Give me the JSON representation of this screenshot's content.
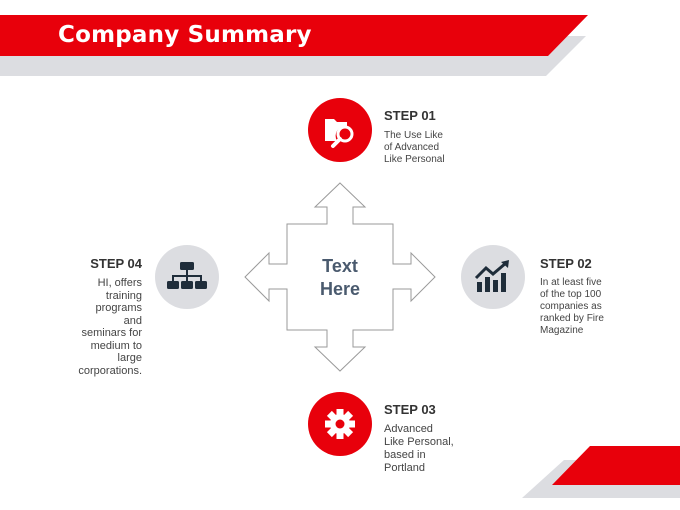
{
  "header": {
    "title": "Company Summary"
  },
  "center": {
    "line1": "Text",
    "line2": "Here"
  },
  "colors": {
    "accent": "#e8000b",
    "gray": "#dcdde1",
    "dark": "#333333"
  },
  "steps": [
    {
      "title": "STEP 01",
      "lines": [
        "The Use Like",
        "of Advanced",
        "Like Personal"
      ],
      "icon": "folder-search-icon"
    },
    {
      "title": "STEP 02",
      "lines": [
        "In at least five",
        "of the top 100",
        "companies as",
        "ranked by Fire",
        "Magazine"
      ],
      "icon": "growth-chart-icon"
    },
    {
      "title": "STEP 03",
      "lines": [
        "Advanced",
        "Like Personal,",
        "based in",
        "Portland"
      ],
      "icon": "gear-icon"
    },
    {
      "title": "STEP 04",
      "lines": [
        "HI, offers",
        "training",
        "programs",
        "and",
        "seminars for",
        "medium to",
        "large",
        "corporations."
      ],
      "icon": "org-chart-icon"
    }
  ]
}
